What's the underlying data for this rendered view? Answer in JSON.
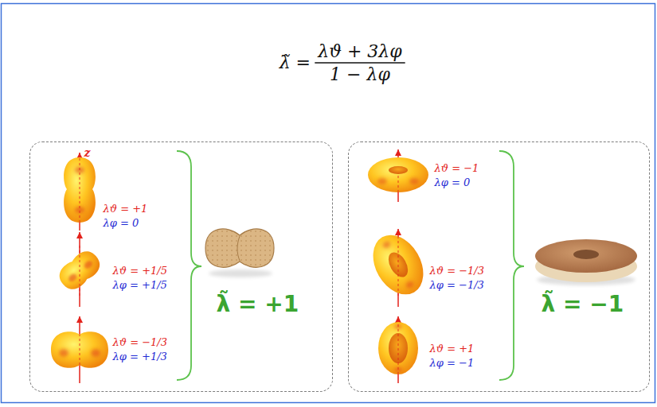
{
  "diagram": {
    "nodes": [
      {
        "text": [
          "z",
          "λϑ = +1",
          "λφ = 0",
          "λϑ = +1/5",
          "λφ = +1/5",
          "λϑ = −1/3",
          "λφ = +1/3",
          "λ̃ = +1"
        ]
      },
      {
        "text": [
          "λϑ = −1",
          "λφ = 0",
          "λϑ = −1/3",
          "λφ = −1/3",
          "λϑ = +1",
          "λφ = −1",
          "λ̃ = −1"
        ]
      }
    ],
    "labels": [
      "λ̃ =",
      "λϑ + 3λφ",
      "1 − λφ"
    ]
  }
}
